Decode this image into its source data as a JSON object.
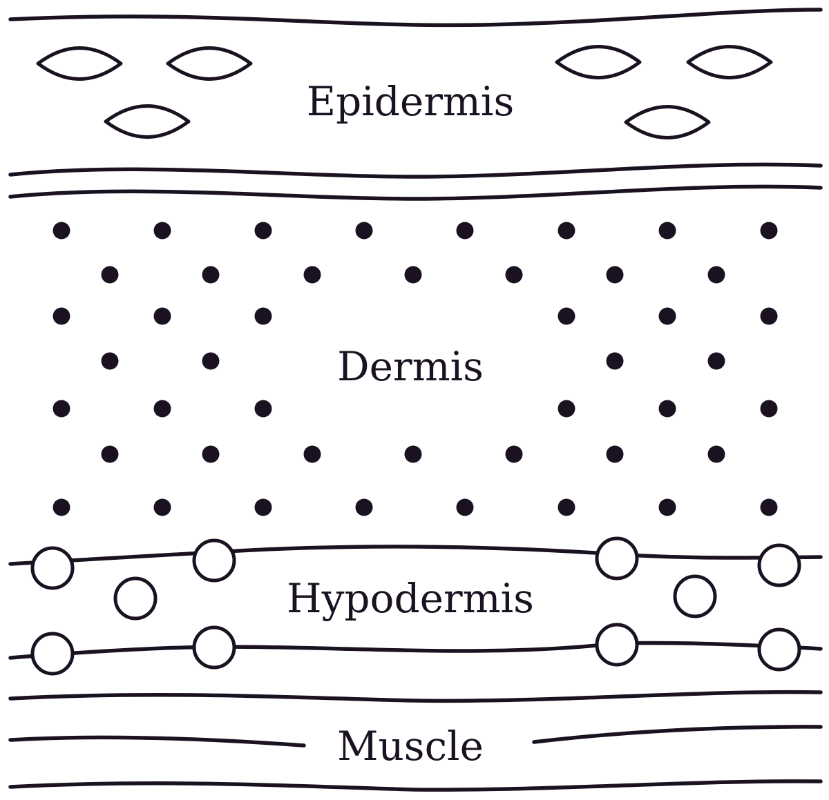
{
  "colors": {
    "ink": "#1a1220",
    "background": "#ffffff"
  },
  "layers": {
    "epidermis": {
      "label": "Epidermis"
    },
    "dermis": {
      "label": "Dermis"
    },
    "hypodermis": {
      "label": "Hypodermis"
    },
    "muscle": {
      "label": "Muscle"
    }
  }
}
